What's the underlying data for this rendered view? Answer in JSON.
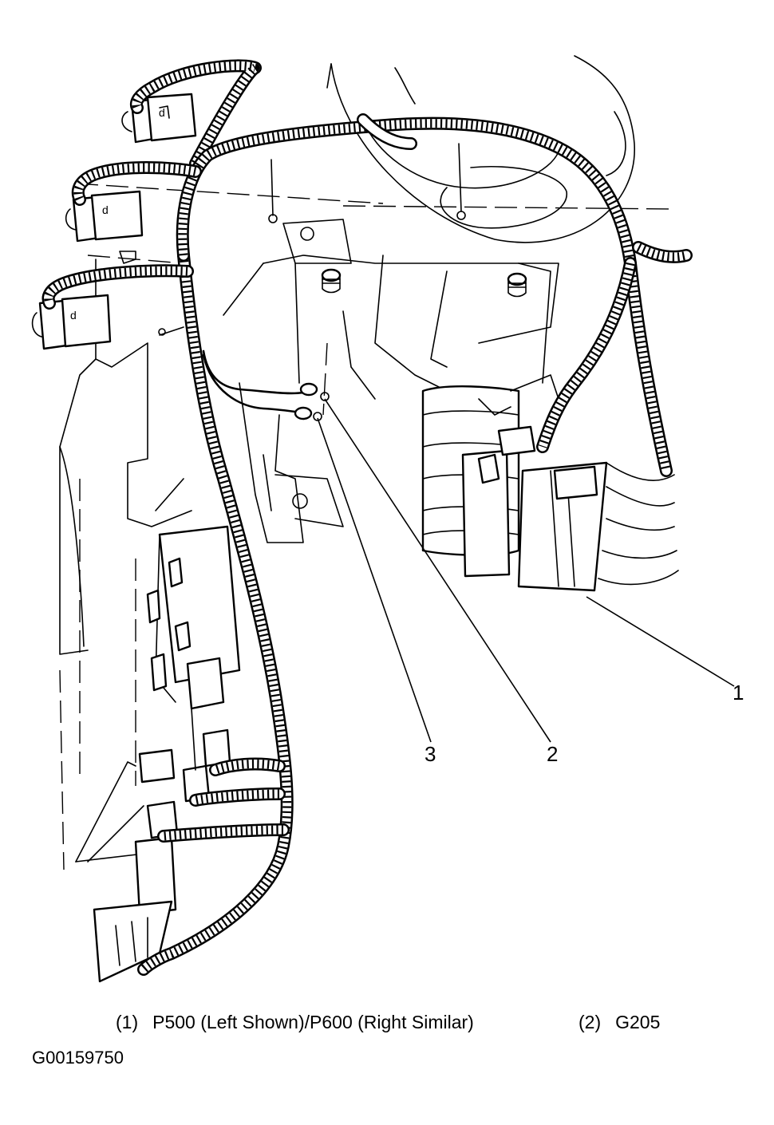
{
  "callouts": [
    {
      "id": "1",
      "label": "1"
    },
    {
      "id": "2",
      "label": "2"
    },
    {
      "id": "3",
      "label": "3"
    }
  ],
  "legend": [
    {
      "num": "(1)",
      "text": "P500 (Left Shown)/P600 (Right Similar)"
    },
    {
      "num": "(2)",
      "text": "G205"
    }
  ],
  "figure_id": "G00159750",
  "icons": [
    "wiring-harness-icon",
    "connector-icon",
    "ground-bolt-icon",
    "steering-column-icon"
  ]
}
